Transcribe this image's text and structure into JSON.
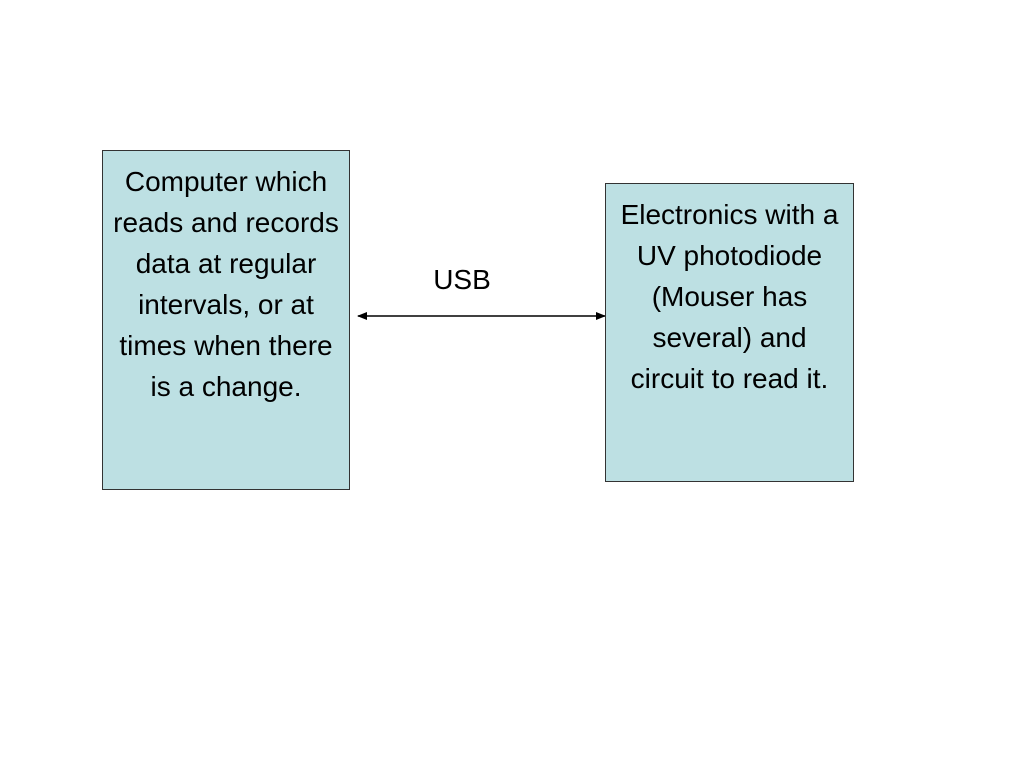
{
  "diagram": {
    "nodes": {
      "computer": {
        "text": "Computer which reads and records data at regular intervals, or at times when there is a change."
      },
      "electronics": {
        "text": "Electronics with a UV photodiode (Mouser has several) and circuit to read it."
      }
    },
    "edge": {
      "label": "USB",
      "direction": "bidirectional"
    },
    "colors": {
      "box_fill": "#bde0e3",
      "box_border": "#333333",
      "line": "#000000"
    }
  }
}
